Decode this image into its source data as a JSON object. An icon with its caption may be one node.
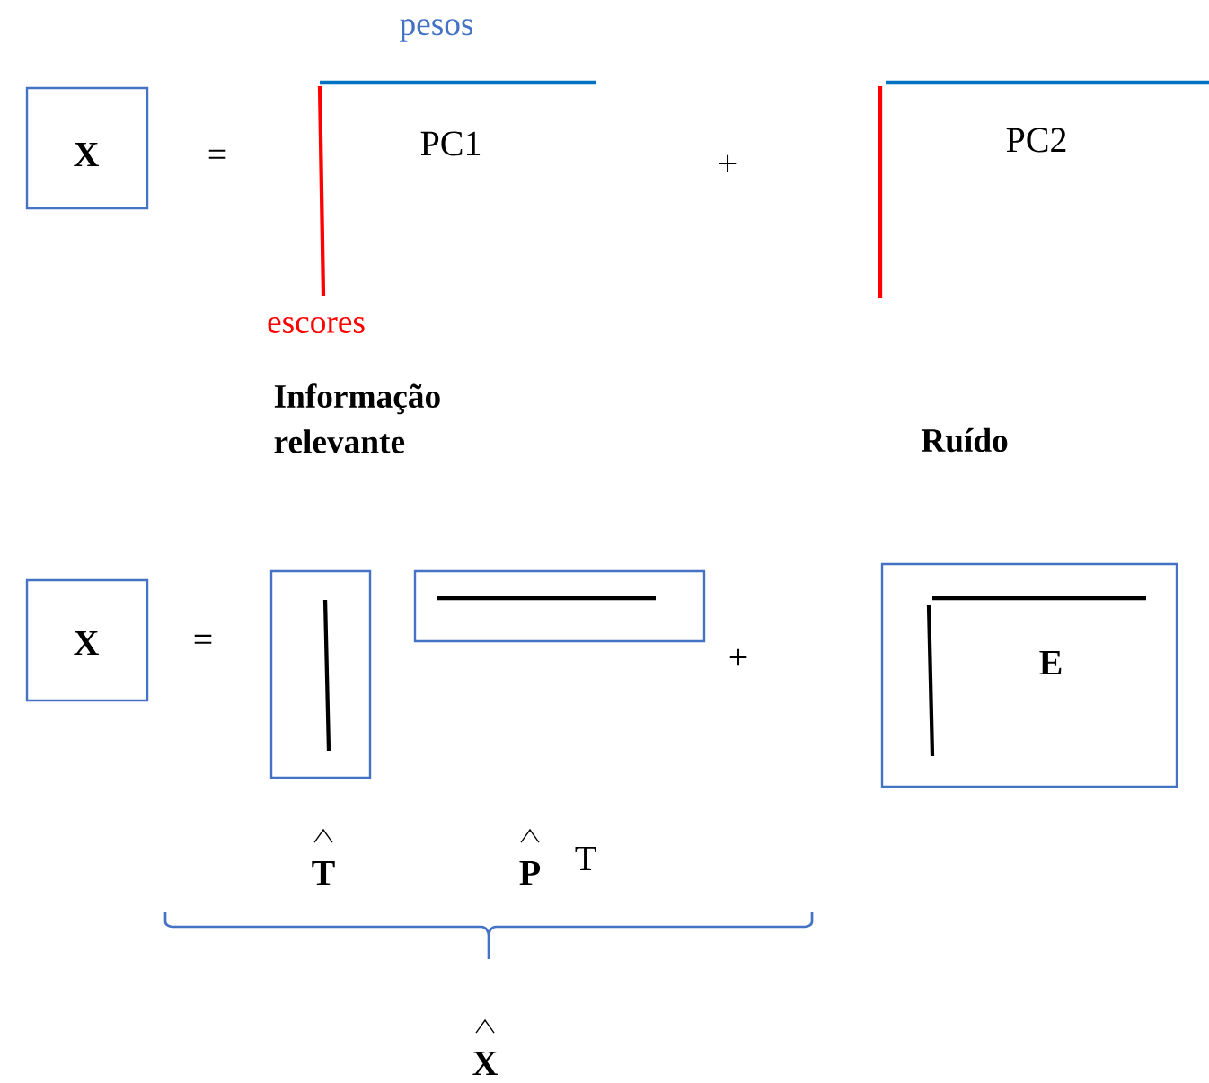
{
  "diagram": {
    "nodes": [
      {
        "text": [
          "X"
        ]
      },
      {
        "text": [
          "X"
        ]
      },
      {
        "text": [],
        "shape": "box"
      },
      {
        "text": [],
        "shape": "box"
      },
      {
        "text": [
          "E"
        ]
      }
    ],
    "edges": [],
    "labels": [
      "pesos",
      "=",
      "PC1",
      "+",
      "PC2",
      "escores",
      "Informação relevante",
      "Ruído",
      "=",
      "+",
      "T",
      "P",
      "T",
      "X"
    ]
  }
}
